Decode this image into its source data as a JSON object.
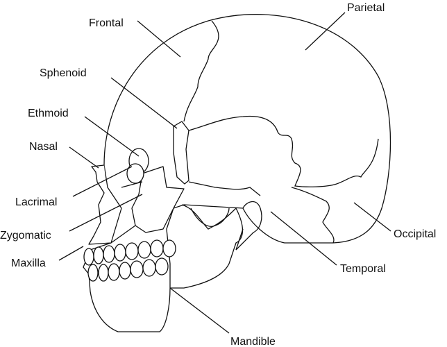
{
  "labels": {
    "frontal": "Frontal",
    "parietal": "Parietal",
    "sphenoid": "Sphenoid",
    "ethmoid": "Ethmoid",
    "nasal": "Nasal",
    "lacrimal": "Lacrimal",
    "zygomatic": "Zygomatic",
    "maxilla": "Maxilla",
    "occipital": "Occipital",
    "temporal": "Temporal",
    "mandible": "Mandible"
  },
  "colors": {
    "line": "#111111",
    "background": "#ffffff"
  }
}
